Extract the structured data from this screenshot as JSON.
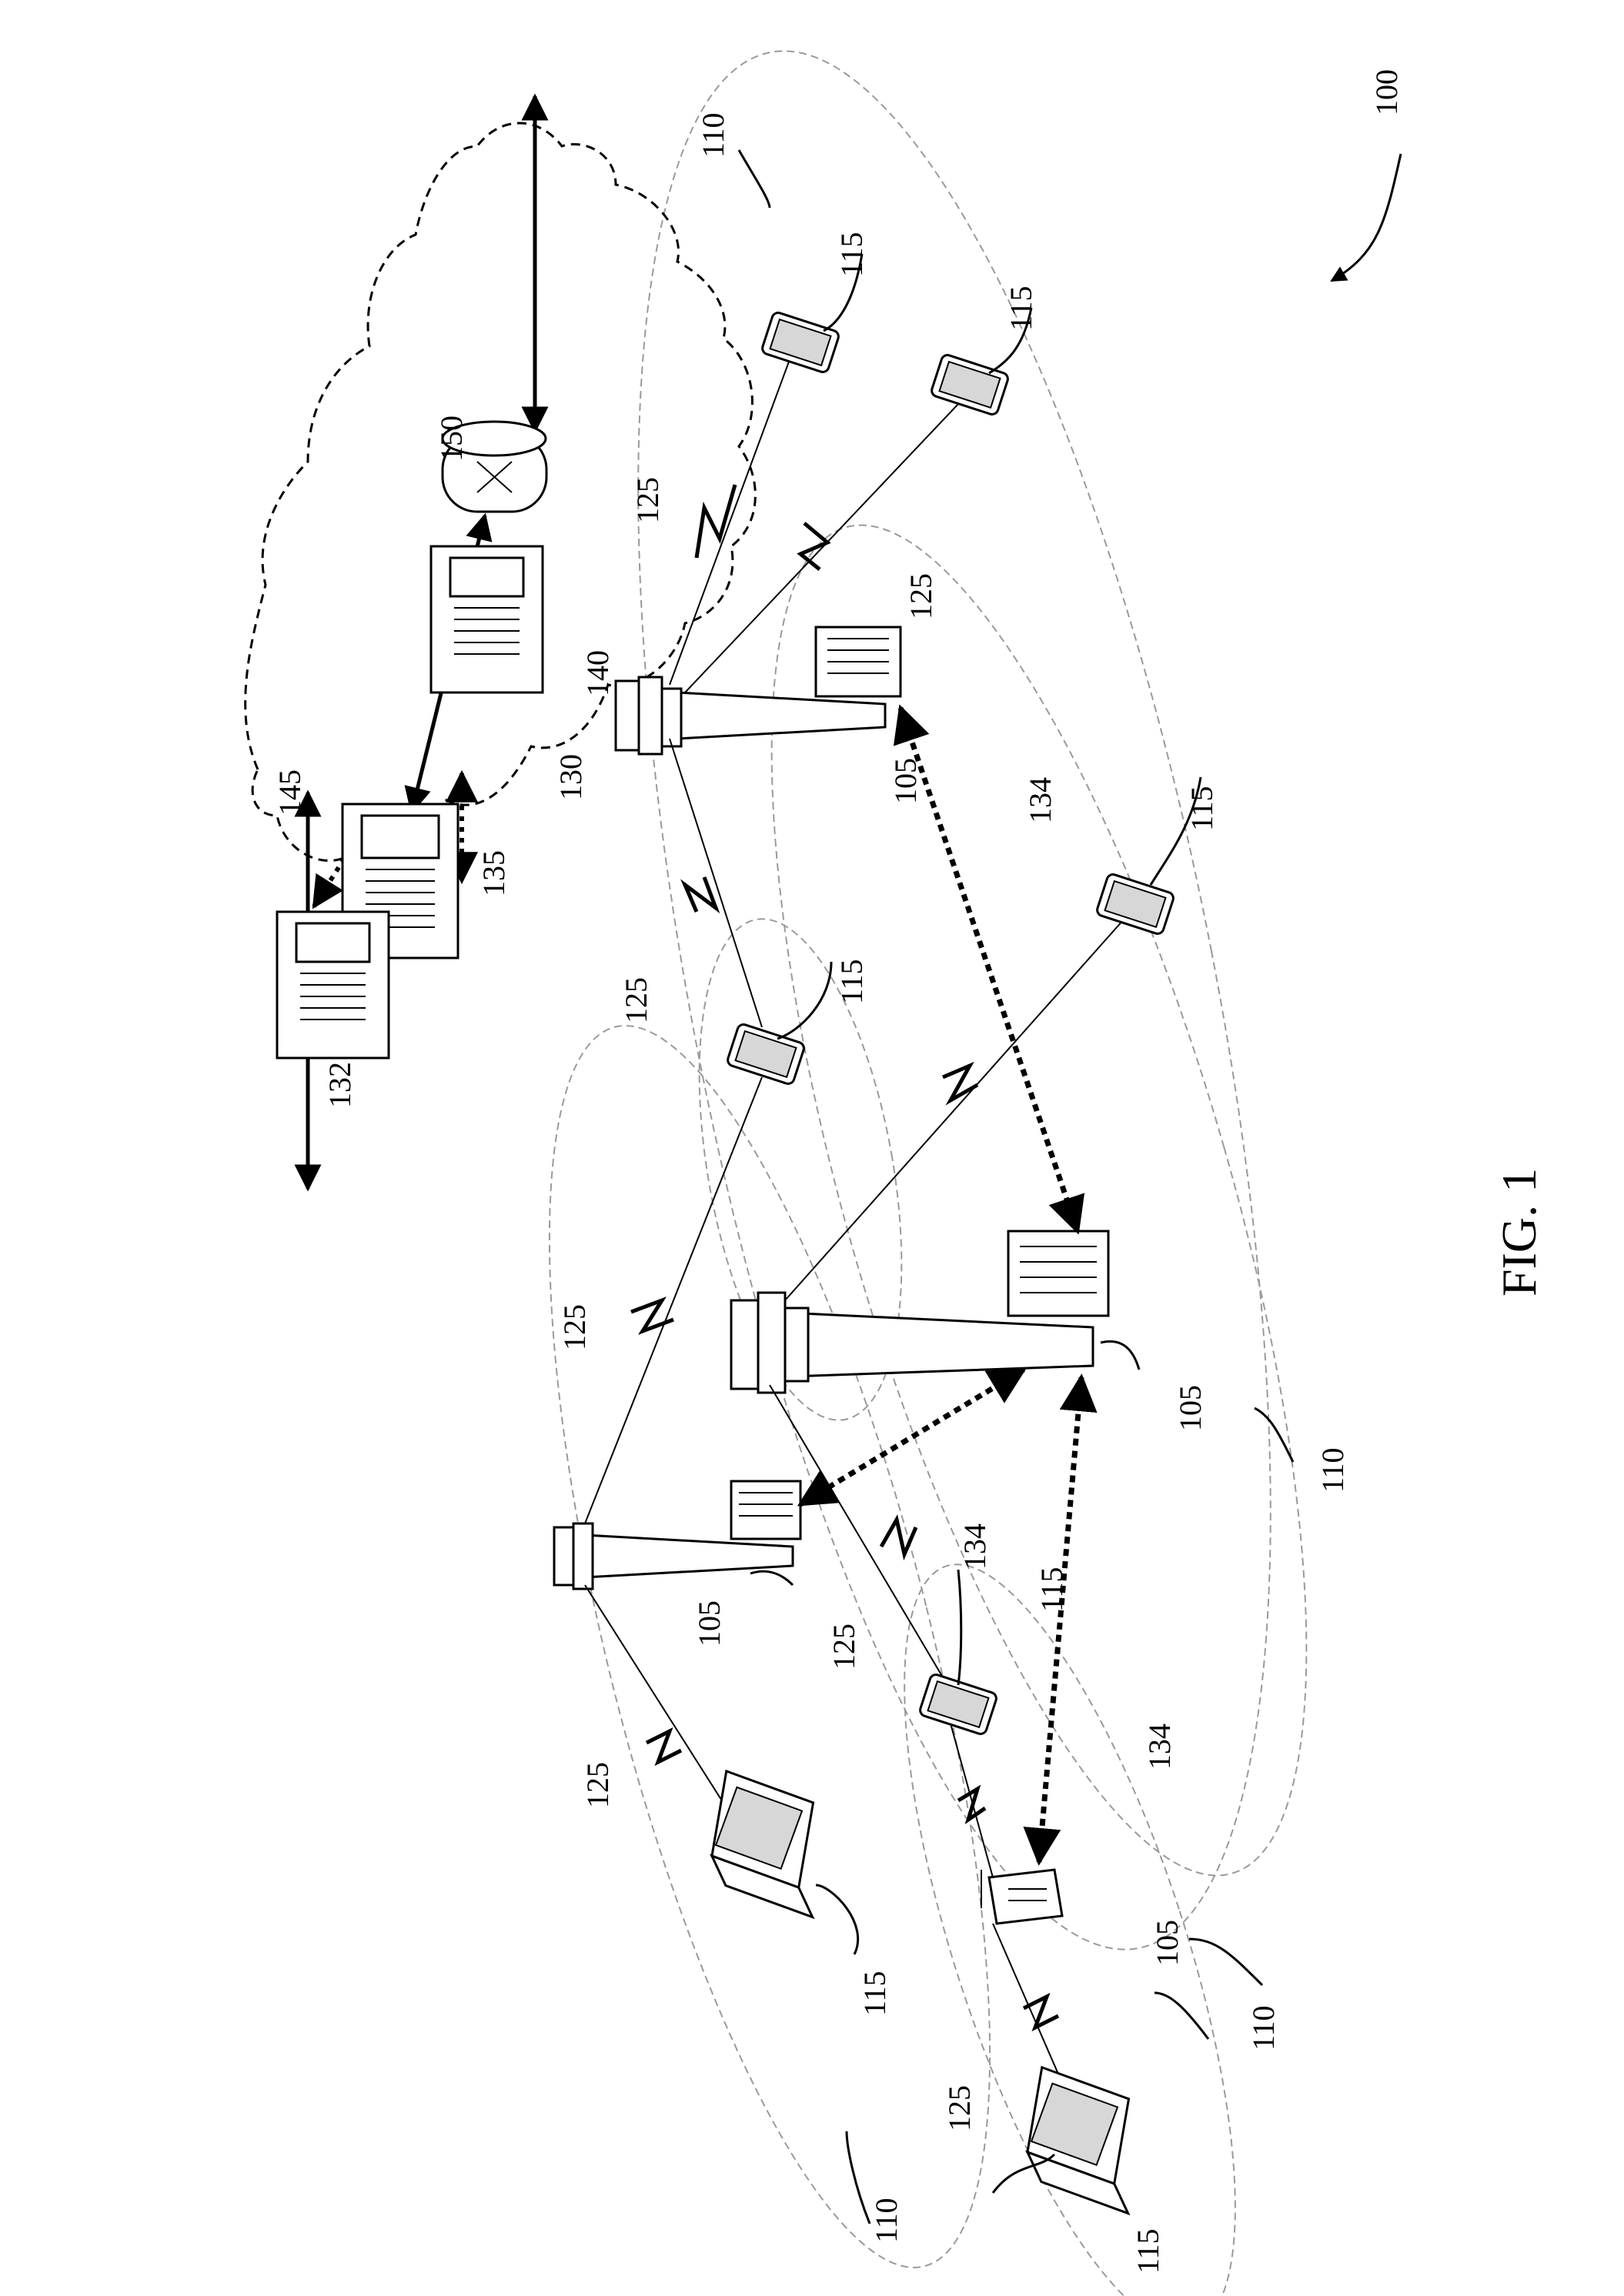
{
  "figure_label": "FIG. 1",
  "system_ref": "100",
  "refs": {
    "base_station": "105",
    "coverage_area": "110",
    "ue": "115",
    "comm_link": "125",
    "core_network": "130",
    "backhaul_ext": "132",
    "backhaul": "134",
    "node_135": "135",
    "node_140": "140",
    "node_145": "145",
    "router": "150"
  }
}
